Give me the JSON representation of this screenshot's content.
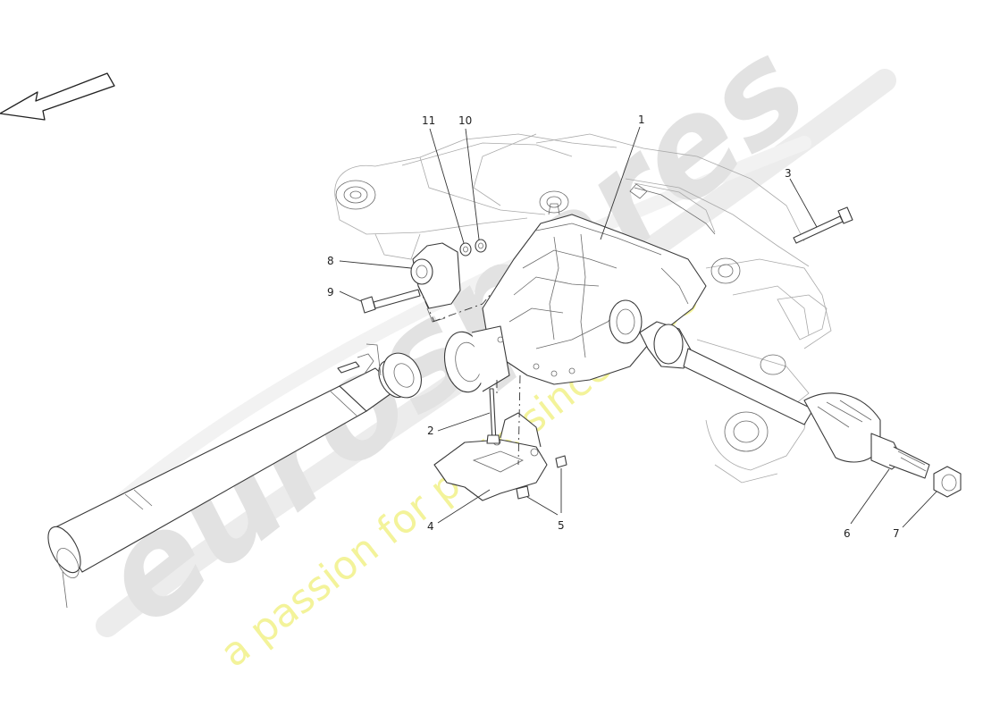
{
  "diagram": {
    "callouts": [
      "1",
      "2",
      "3",
      "4",
      "5",
      "6",
      "7",
      "8",
      "9",
      "10",
      "11"
    ]
  },
  "watermark": {
    "logo_text": "eurospares",
    "tagline": "a passion for parts since 1985",
    "logo_color": "#e2e2e2",
    "tagline_color": "#f3f39a"
  }
}
